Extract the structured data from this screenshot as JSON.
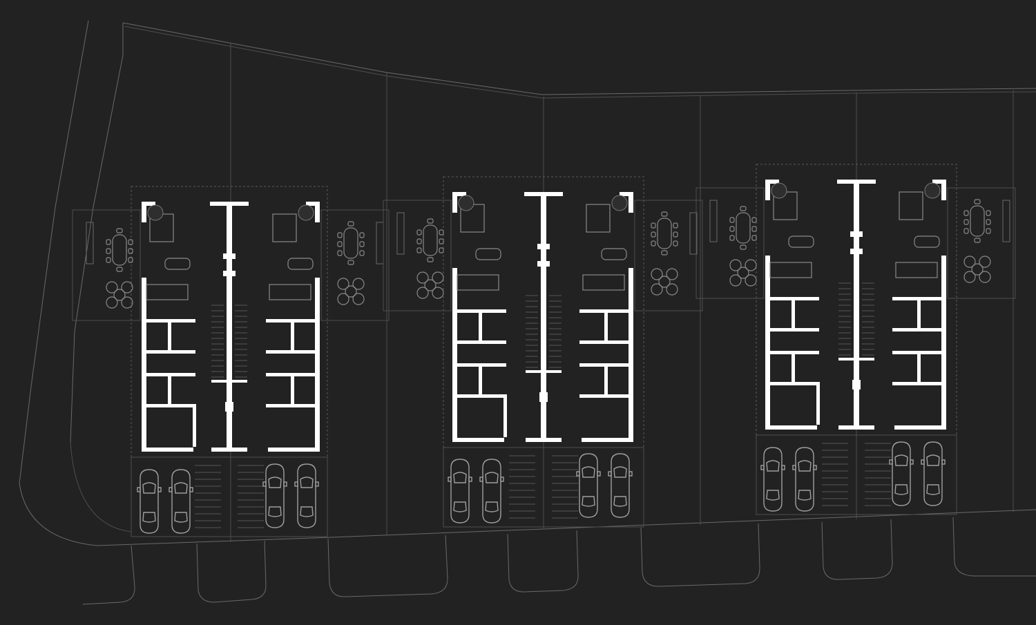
{
  "drawing": {
    "kind": "site-plan",
    "theme": {
      "background": "#222222",
      "walls": "#ffffff",
      "linework": "#6a6a6a"
    },
    "buildings": [
      {
        "id": "block-1",
        "units": 2,
        "parking_spaces": 4,
        "terraces": 2
      },
      {
        "id": "block-2",
        "units": 2,
        "parking_spaces": 4,
        "terraces": 2
      },
      {
        "id": "block-3",
        "units": 2,
        "parking_spaces": 4,
        "terraces": 2
      }
    ]
  }
}
